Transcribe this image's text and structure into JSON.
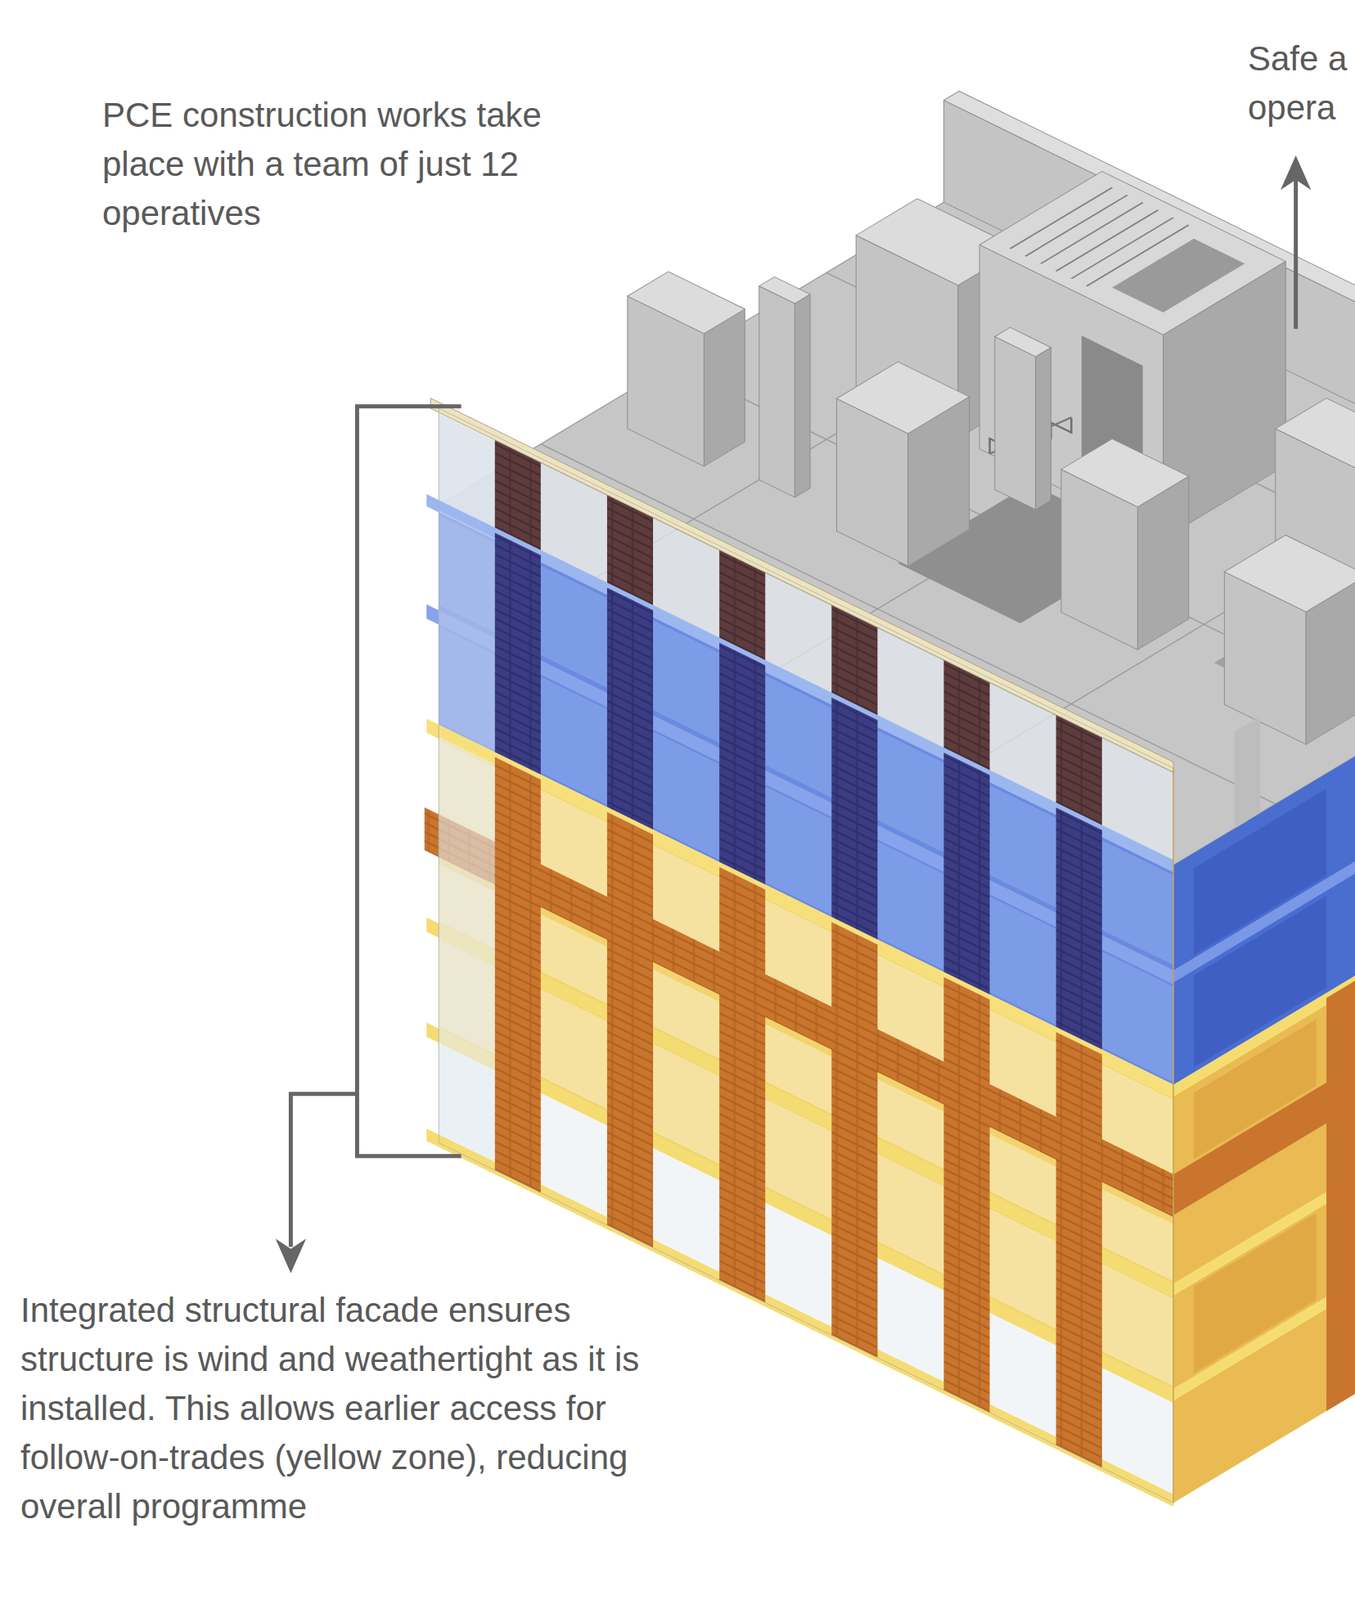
{
  "diagram": {
    "labels": [
      "PCE construction works take place with a team of just 12 operatives",
      "Safe a opera",
      "Integrated structural facade ensures structure is wind and weathertight as it is installed. This allows earlier access for follow-on-trades (yellow zone), reducing overall programme"
    ]
  }
}
